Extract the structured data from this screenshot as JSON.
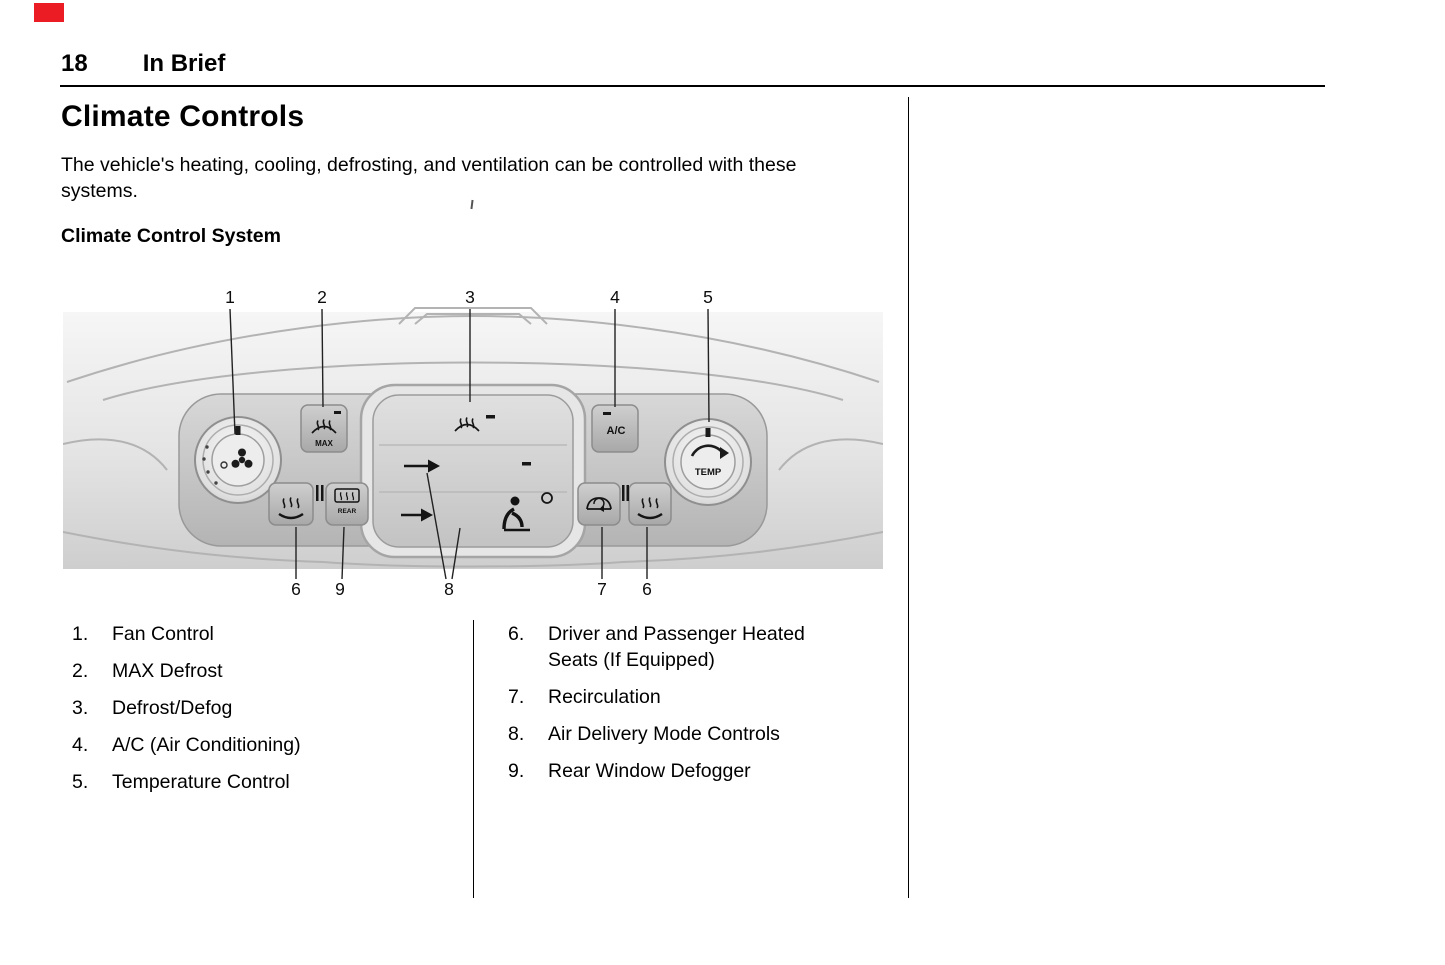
{
  "page": {
    "number": "18",
    "chapter": "In Brief"
  },
  "section": {
    "title": "Climate Controls",
    "intro": "The vehicle's heating, cooling, defrosting, and ventilation can be controlled with these systems.",
    "figure_caption": "Climate Control System"
  },
  "figure": {
    "callouts_top": [
      "1",
      "2",
      "3",
      "4",
      "5"
    ],
    "callouts_bottom": [
      "6",
      "9",
      "8",
      "7",
      "6"
    ],
    "buttons": {
      "max_defrost": "MAX",
      "ac": "A/C",
      "temp": "TEMP",
      "rear": "REAR"
    }
  },
  "legend": {
    "left": [
      {
        "num": "1.",
        "text": "Fan Control"
      },
      {
        "num": "2.",
        "text": "MAX Defrost"
      },
      {
        "num": "3.",
        "text": "Defrost/Defog"
      },
      {
        "num": "4.",
        "text": "A/C (Air Conditioning)"
      },
      {
        "num": "5.",
        "text": "Temperature Control"
      }
    ],
    "right": [
      {
        "num": "6.",
        "text": "Driver and Passenger Heated Seats (If Equipped)"
      },
      {
        "num": "7.",
        "text": "Recirculation"
      },
      {
        "num": "8.",
        "text": "Air Delivery Mode Controls"
      },
      {
        "num": "9.",
        "text": "Rear Window Defogger"
      }
    ]
  },
  "colors": {
    "accent_red": "#ec1c24"
  }
}
